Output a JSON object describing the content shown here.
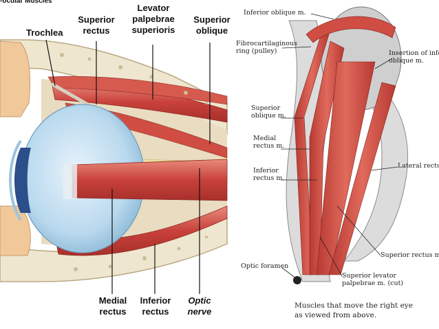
{
  "header_fragment": "-ocular Muscles",
  "left_panel": {
    "labels": {
      "trochlea": "Trochlea",
      "superior_rectus_1": "Superior",
      "superior_rectus_2": "rectus",
      "levator_1": "Levator",
      "levator_2": "palpebrae",
      "levator_3": "superioris",
      "superior_oblique_1": "Superior",
      "superior_oblique_2": "oblique",
      "medial_rectus_1": "Medial",
      "medial_rectus_2": "rectus",
      "inferior_rectus_1": "Inferior",
      "inferior_rectus_2": "rectus",
      "optic_nerve_1": "Optic",
      "optic_nerve_2": "nerve"
    }
  },
  "right_panel": {
    "labels": {
      "inferior_oblique": "Inferior oblique m.",
      "fibrocartilaginous_1": "Fibrocartilaginous",
      "fibrocartilaginous_2": "ring (pulley)",
      "insertion_1": "Insertion of inferior",
      "insertion_2": "oblique m.",
      "superior_oblique_1": "Superior",
      "superior_oblique_2": "oblique m.",
      "medial_rectus_1": "Medial",
      "medial_rectus_2": "rectus m.",
      "inferior_rectus_1": "Inferior",
      "inferior_rectus_2": "rectus m.",
      "lateral_rectus": "Lateral rectus m.",
      "superior_rectus": "Superior rectus m.",
      "optic_foramen": "Optic foramen",
      "levator_1": "Superior levator",
      "levator_2": "palpebrae m. (cut)"
    },
    "caption_1": "Muscles that move the right eye",
    "caption_2": "as viewed from above."
  },
  "colors": {
    "muscle": "#c8413a",
    "muscle_light": "#e07868",
    "bone": "#efe6cf",
    "bone_edge": "#b8a883",
    "eyeball": "#b9d9ee",
    "iris": "#2a4f8a",
    "fat": "#f2d27a",
    "skin": "#f0c89a",
    "right_bone": "#dcdcdc"
  }
}
